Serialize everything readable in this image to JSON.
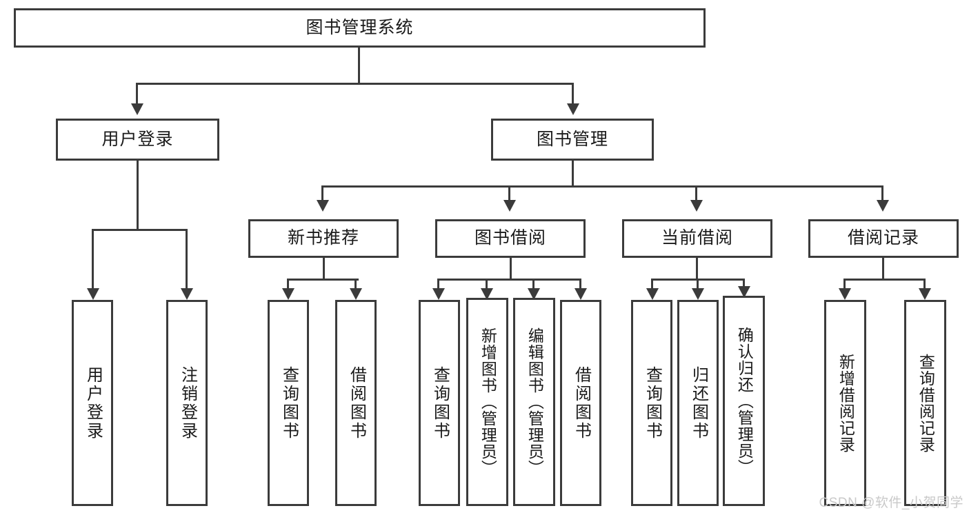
{
  "diagram": {
    "title": "图书管理系统",
    "watermark": "CSDN @软件_小贺同学",
    "colors": {
      "stroke": "#3b3b3b",
      "fill": "#ffffff",
      "text": "#1a1a1a",
      "watermark": "#c9c9c9"
    },
    "root": {
      "label": "图书管理系统"
    },
    "level1": [
      {
        "label": "用户登录"
      },
      {
        "label": "图书管理"
      }
    ],
    "level2": [
      {
        "label": "新书推荐"
      },
      {
        "label": "图书借阅"
      },
      {
        "label": "当前借阅"
      },
      {
        "label": "借阅记录"
      }
    ],
    "leaves": {
      "user_login": [
        {
          "label": "用户登录"
        },
        {
          "label": "注销登录"
        }
      ],
      "new_book": [
        {
          "label": "查询图书"
        },
        {
          "label": "借阅图书"
        }
      ],
      "book_borrow": [
        {
          "label": "查询图书"
        },
        {
          "label": "新增图书（管理员）"
        },
        {
          "label": "编辑图书（管理员）"
        },
        {
          "label": "借阅图书"
        }
      ],
      "current_borrow": [
        {
          "label": "查询图书"
        },
        {
          "label": "归还图书"
        },
        {
          "label": "确认归还（管理员）"
        }
      ],
      "borrow_record": [
        {
          "label": "新增借阅记录"
        },
        {
          "label": "查询借阅记录"
        }
      ]
    }
  }
}
